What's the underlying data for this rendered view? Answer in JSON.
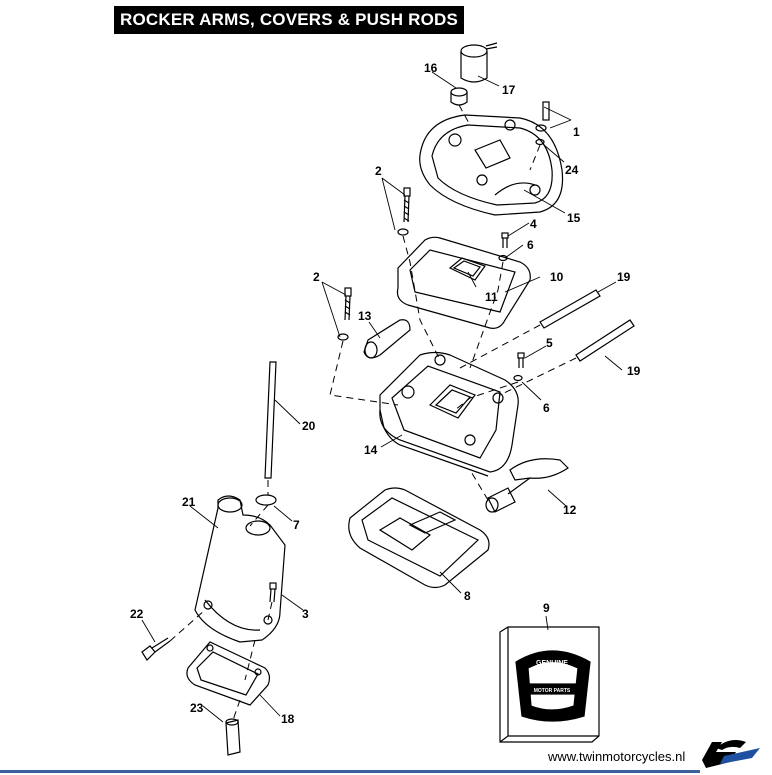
{
  "header": {
    "title": "ROCKER ARMS, COVERS & PUSH RODS"
  },
  "callouts": [
    {
      "id": "c1",
      "label": "1"
    },
    {
      "id": "c2a",
      "label": "2"
    },
    {
      "id": "c2b",
      "label": "2"
    },
    {
      "id": "c3",
      "label": "3"
    },
    {
      "id": "c4",
      "label": "4"
    },
    {
      "id": "c5",
      "label": "5"
    },
    {
      "id": "c6a",
      "label": "6"
    },
    {
      "id": "c6b",
      "label": "6"
    },
    {
      "id": "c7",
      "label": "7"
    },
    {
      "id": "c8",
      "label": "8"
    },
    {
      "id": "c9",
      "label": "9"
    },
    {
      "id": "c10",
      "label": "10"
    },
    {
      "id": "c11",
      "label": "11"
    },
    {
      "id": "c12",
      "label": "12"
    },
    {
      "id": "c13",
      "label": "13"
    },
    {
      "id": "c14",
      "label": "14"
    },
    {
      "id": "c15",
      "label": "15"
    },
    {
      "id": "c16",
      "label": "16"
    },
    {
      "id": "c17",
      "label": "17"
    },
    {
      "id": "c19a",
      "label": "19"
    },
    {
      "id": "c19b",
      "label": "19"
    },
    {
      "id": "c20",
      "label": "20"
    },
    {
      "id": "c21",
      "label": "21"
    },
    {
      "id": "c22",
      "label": "22"
    },
    {
      "id": "c23",
      "label": "23"
    },
    {
      "id": "c24",
      "label": "24"
    },
    {
      "id": "c18",
      "label": "18"
    }
  ],
  "manual_box": {
    "logo_text": "GENUINE",
    "logo_subtext": "MOTOR PARTS"
  },
  "footer": {
    "site": "www.twinmotorcycles.nl"
  },
  "colors": {
    "accent": "#3b5f9a",
    "ink": "#000000"
  }
}
